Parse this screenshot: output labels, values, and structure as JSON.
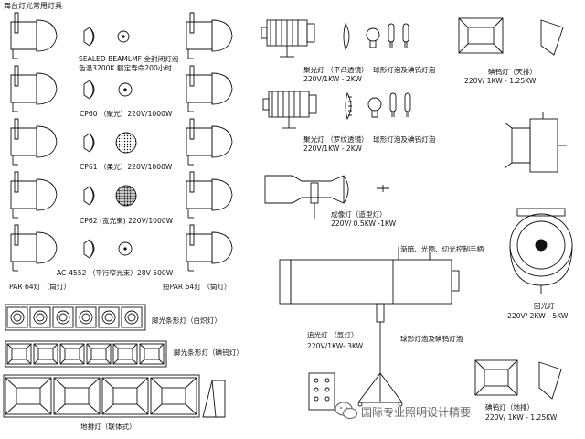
{
  "title": "舞台灯光常用灯具",
  "left": {
    "sealed_beam": "SEALED BEAMLMF 全封闭灯泡",
    "sealed_beam_spec": "色温3200K 额定寿命200小时",
    "cp60": "CP60 （聚光）220V/1000W",
    "cp61": "CP61 （柔光）220V/1000W",
    "cp62": "CP62 (宽光束) 220V/1000W",
    "ac4552": "AC-4552 （平行窄光束）28V 500W",
    "par64_1": "PAR 64灯 （筒灯）",
    "par64_2": "短PAR 64灯 （筒灯）",
    "strip_white": "脚光条形灯（白炽灯）",
    "strip_iodine": "脚光条形灯（碘钨灯）",
    "ground_row": "地排灯（联体式）"
  },
  "middle": {
    "fresnel": "聚光灯 （平凸透镜）",
    "fresnel_bulbs": "球形灯泡及碘钨灯泡",
    "fresnel_spec": "220V/1KW - 2KW",
    "fresnel2": "聚光灯 （罗纹透镜）",
    "fresnel2_bulbs": "球形灯泡及碘钨灯泡",
    "fresnel2_spec": "220V/1KW - 2KW",
    "profile": "成像灯（造型灯）",
    "profile_spec": "220V/ 0.5KW -1KW",
    "follow_controls": "渐暗、光圈、切光控制手柄",
    "follow": "追光灯 （氙灯）",
    "follow_spec": "220V/1KW- 3KW",
    "follow_bulbs": "球形灯泡及碘钨灯泡"
  },
  "right": {
    "flood": "碘钨灯（天排）",
    "flood_spec": "220V/ 1KW - 1.25KW",
    "cyc": "回光灯",
    "cyc_spec": "220V/ 2KW - 5KW",
    "flood2": "碘钨灯（地排）",
    "flood2_spec": "220V/ 1KW - 1.25KW"
  },
  "watermark": "国际专业照明设计精要",
  "colors": {
    "line": "#111111",
    "watermark": "#6a6a6a"
  }
}
